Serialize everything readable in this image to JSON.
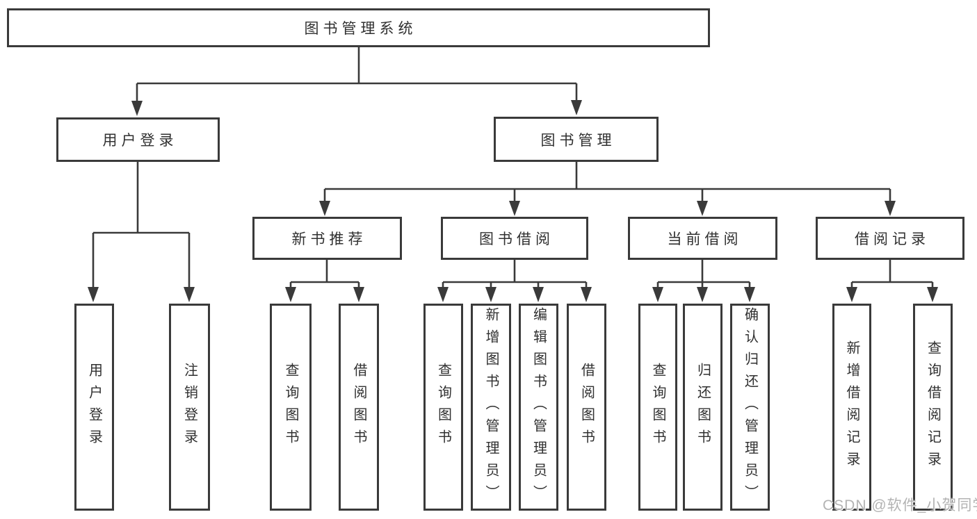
{
  "tree": {
    "label": "图书管理系统",
    "children": [
      {
        "label": "用户登录",
        "children": [
          {
            "label": "用户登录"
          },
          {
            "label": "注销登录"
          }
        ]
      },
      {
        "label": "图书管理",
        "children": [
          {
            "label": "新书推荐",
            "children": [
              {
                "label": "查询图书"
              },
              {
                "label": "借阅图书"
              }
            ]
          },
          {
            "label": "图书借阅",
            "children": [
              {
                "label": "查询图书"
              },
              {
                "label": "新增图书（管理员）"
              },
              {
                "label": "编辑图书（管理员）"
              },
              {
                "label": "借阅图书"
              }
            ]
          },
          {
            "label": "当前借阅",
            "children": [
              {
                "label": "查询图书"
              },
              {
                "label": "归还图书"
              },
              {
                "label": "确认归还（管理员）"
              }
            ]
          },
          {
            "label": "借阅记录",
            "children": [
              {
                "label": "新增借阅记录"
              },
              {
                "label": "查询借阅记录"
              }
            ]
          }
        ]
      }
    ]
  },
  "watermark": {
    "text": "CSDN @软件_小贺同学"
  },
  "colors": {
    "line": "#3a3a3a",
    "text": "#303030",
    "watermark": "#b3b3b3",
    "background": "#ffffff"
  }
}
